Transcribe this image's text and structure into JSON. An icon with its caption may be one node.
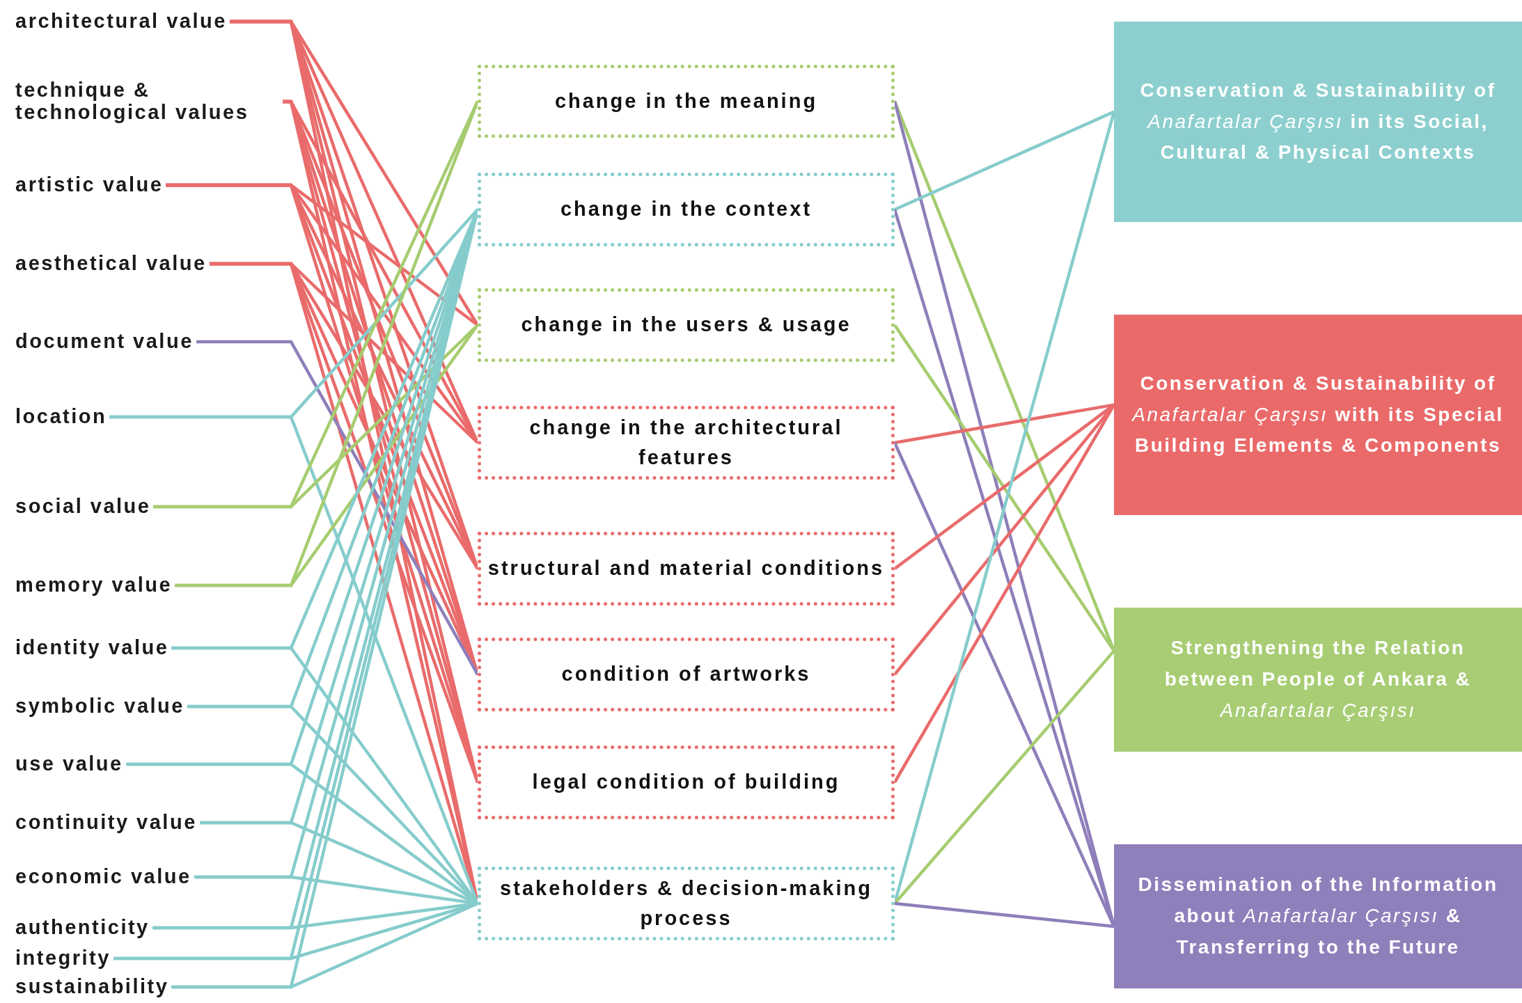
{
  "diagram": {
    "nodes": [
      {
        "text": [
          "architectural value"
        ]
      },
      {
        "text": [
          "technique & technological values"
        ]
      },
      {
        "text": [
          "artistic value"
        ]
      },
      {
        "text": [
          "aesthetical value"
        ]
      },
      {
        "text": [
          "document value"
        ]
      },
      {
        "text": [
          "location"
        ]
      },
      {
        "text": [
          "social value"
        ]
      },
      {
        "text": [
          "memory value"
        ]
      },
      {
        "text": [
          "identity value"
        ]
      },
      {
        "text": [
          "symbolic value"
        ]
      },
      {
        "text": [
          "use value"
        ]
      },
      {
        "text": [
          "continuity value"
        ]
      },
      {
        "text": [
          "economic value"
        ]
      },
      {
        "text": [
          "authenticity"
        ]
      },
      {
        "text": [
          "integrity"
        ]
      },
      {
        "text": [
          "sustainability"
        ]
      },
      {
        "text": [
          "change in the meaning"
        ]
      },
      {
        "text": [
          "change in the context"
        ]
      },
      {
        "text": [
          "change in the users & usage"
        ]
      },
      {
        "text": [
          "change in the architectural features"
        ]
      },
      {
        "text": [
          "structural and material conditions"
        ]
      },
      {
        "text": [
          "condition of artworks"
        ]
      },
      {
        "text": [
          "legal condition of building"
        ]
      },
      {
        "text": [
          "stakeholders & decision-making process"
        ]
      },
      {
        "text": [
          "Conservation & Sustainability of *Anafartalar Çarşısı* in its Social, Cultural & Physical Contexts"
        ]
      },
      {
        "text": [
          "Conservation & Sustainability of *Anafartalar Çarşısı* with its Special Building Elements & Components"
        ]
      },
      {
        "text": [
          "Strengthening the Relation between People of Ankara & *Anafartalar Çarşısı*"
        ]
      },
      {
        "text": [
          "Dissemination of the Information about *Anafartalar Çarşısı* & Transferring to the Future"
        ]
      }
    ],
    "edges": [
      {
        "from": 0,
        "to": 18,
        "arrow": "none"
      },
      {
        "from": 0,
        "to": 19,
        "arrow": "none"
      },
      {
        "from": 0,
        "to": 20,
        "arrow": "none"
      },
      {
        "from": 0,
        "to": 21,
        "arrow": "none"
      },
      {
        "from": 0,
        "to": 22,
        "arrow": "none"
      },
      {
        "from": 0,
        "to": 23,
        "arrow": "none"
      },
      {
        "from": 1,
        "to": 19,
        "arrow": "none"
      },
      {
        "from": 1,
        "to": 20,
        "arrow": "none"
      },
      {
        "from": 1,
        "to": 21,
        "arrow": "none"
      },
      {
        "from": 1,
        "to": 22,
        "arrow": "none"
      },
      {
        "from": 1,
        "to": 23,
        "arrow": "none"
      },
      {
        "from": 2,
        "to": 18,
        "arrow": "none"
      },
      {
        "from": 2,
        "to": 19,
        "arrow": "none"
      },
      {
        "from": 2,
        "to": 20,
        "arrow": "none"
      },
      {
        "from": 2,
        "to": 21,
        "arrow": "none"
      },
      {
        "from": 2,
        "to": 22,
        "arrow": "none"
      },
      {
        "from": 3,
        "to": 19,
        "arrow": "none"
      },
      {
        "from": 3,
        "to": 20,
        "arrow": "none"
      },
      {
        "from": 3,
        "to": 21,
        "arrow": "none"
      },
      {
        "from": 3,
        "to": 22,
        "arrow": "none"
      },
      {
        "from": 3,
        "to": 23,
        "arrow": "none"
      },
      {
        "from": 4,
        "to": 21,
        "arrow": "none",
        "color": "#8e7fba"
      },
      {
        "from": 5,
        "to": 17,
        "arrow": "none",
        "color": "#86cccc"
      },
      {
        "from": 5,
        "to": 23,
        "arrow": "none",
        "color": "#86cccc"
      },
      {
        "from": 6,
        "to": 16,
        "arrow": "none",
        "color": "#a6cc70"
      },
      {
        "from": 6,
        "to": 18,
        "arrow": "none",
        "color": "#a6cc70"
      },
      {
        "from": 7,
        "to": 16,
        "arrow": "none",
        "color": "#a6cc70"
      },
      {
        "from": 7,
        "to": 18,
        "arrow": "none",
        "color": "#a6cc70"
      },
      {
        "from": 8,
        "to": 17,
        "arrow": "none",
        "color": "#86cccc"
      },
      {
        "from": 8,
        "to": 23,
        "arrow": "none",
        "color": "#86cccc"
      },
      {
        "from": 9,
        "to": 17,
        "arrow": "none",
        "color": "#86cccc"
      },
      {
        "from": 9,
        "to": 23,
        "arrow": "none",
        "color": "#86cccc"
      },
      {
        "from": 10,
        "to": 17,
        "arrow": "none",
        "color": "#86cccc"
      },
      {
        "from": 10,
        "to": 23,
        "arrow": "none",
        "color": "#86cccc"
      },
      {
        "from": 11,
        "to": 17,
        "arrow": "none",
        "color": "#86cccc"
      },
      {
        "from": 11,
        "to": 23,
        "arrow": "none",
        "color": "#86cccc"
      },
      {
        "from": 12,
        "to": 17,
        "arrow": "none",
        "color": "#86cccc"
      },
      {
        "from": 12,
        "to": 23,
        "arrow": "none",
        "color": "#86cccc"
      },
      {
        "from": 13,
        "to": 17,
        "arrow": "none",
        "color": "#86cccc"
      },
      {
        "from": 13,
        "to": 23,
        "arrow": "none",
        "color": "#86cccc"
      },
      {
        "from": 14,
        "to": 17,
        "arrow": "none",
        "color": "#86cccc"
      },
      {
        "from": 14,
        "to": 23,
        "arrow": "none",
        "color": "#86cccc"
      },
      {
        "from": 15,
        "to": 17,
        "arrow": "none",
        "color": "#86cccc"
      },
      {
        "from": 15,
        "to": 23,
        "arrow": "none",
        "color": "#86cccc"
      },
      {
        "from": 16,
        "to": 26,
        "arrow": "none",
        "color": "#a6cc70"
      },
      {
        "from": 16,
        "to": 27,
        "arrow": "none",
        "color": "#8e7fba"
      },
      {
        "from": 17,
        "to": 24,
        "arrow": "none",
        "color": "#86cccc"
      },
      {
        "from": 17,
        "to": 27,
        "arrow": "none",
        "color": "#8e7fba"
      },
      {
        "from": 18,
        "to": 26,
        "arrow": "none",
        "color": "#a6cc70"
      },
      {
        "from": 19,
        "to": 25,
        "arrow": "none"
      },
      {
        "from": 19,
        "to": 27,
        "arrow": "none",
        "color": "#8e7fba"
      },
      {
        "from": 20,
        "to": 25,
        "arrow": "none"
      },
      {
        "from": 21,
        "to": 25,
        "arrow": "none"
      },
      {
        "from": 22,
        "to": 25,
        "arrow": "none"
      },
      {
        "from": 23,
        "to": 24,
        "arrow": "none",
        "color": "#86cccc"
      },
      {
        "from": 23,
        "to": 26,
        "arrow": "none",
        "color": "#a6cc70"
      },
      {
        "from": 23,
        "to": 27,
        "arrow": "none",
        "color": "#8e7fba"
      }
    ]
  }
}
